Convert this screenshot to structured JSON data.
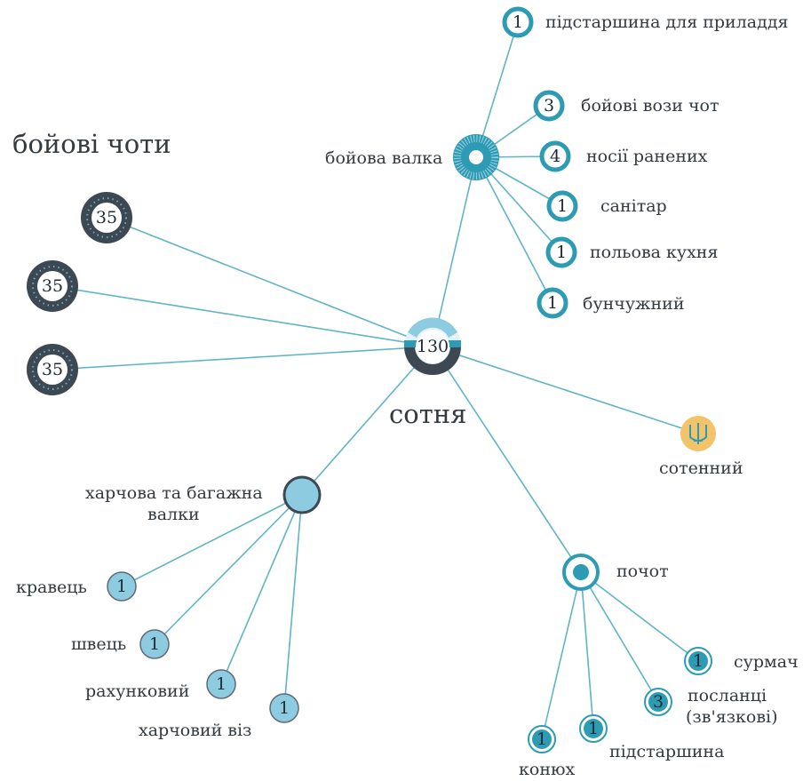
{
  "colors": {
    "line": "#5fb4c7",
    "teal": "#2e9bb5",
    "light_blue": "#8ccbe0",
    "dark": "#3d4852",
    "gold": "#f2c36b",
    "text": "#333a40"
  },
  "center": {
    "count": "130",
    "label": "сотня"
  },
  "combat_platoons": {
    "title": "бойові чоти",
    "items": [
      {
        "count": "35"
      },
      {
        "count": "35"
      },
      {
        "count": "35"
      }
    ]
  },
  "commander": {
    "label": "сотенний",
    "icon": "trident-icon"
  },
  "combat_train": {
    "label": "бойова валка",
    "items": [
      {
        "count": "1",
        "label": "підстаршина для приладдя"
      },
      {
        "count": "3",
        "label": "бойові вози чот"
      },
      {
        "count": "4",
        "label": "носії ранених"
      },
      {
        "count": "1",
        "label": "санітар"
      },
      {
        "count": "1",
        "label": "польова кухня"
      },
      {
        "count": "1",
        "label": "бунчужний"
      }
    ]
  },
  "supply_train": {
    "label_line1": "харчова та багажна",
    "label_line2": "валки",
    "items": [
      {
        "count": "1",
        "label": "кравець"
      },
      {
        "count": "1",
        "label": "швець"
      },
      {
        "count": "1",
        "label": "рахунковий"
      },
      {
        "count": "1",
        "label": "харчовий віз"
      }
    ]
  },
  "retinue": {
    "label": "почот",
    "items": [
      {
        "count": "1",
        "label": "сурмач"
      },
      {
        "count": "3",
        "label_line1": "посланці",
        "label_line2": "(зв'язкові)"
      },
      {
        "count": "1",
        "label": "підстаршина"
      },
      {
        "count": "1",
        "label": "конюх"
      }
    ]
  }
}
